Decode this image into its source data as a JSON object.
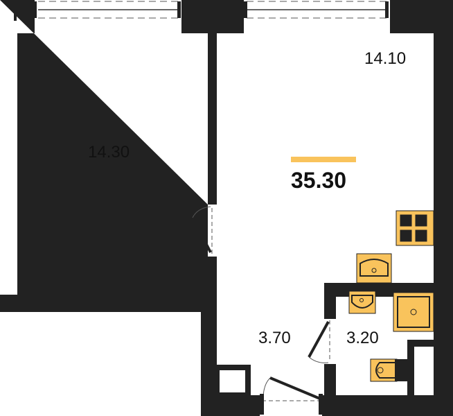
{
  "rooms": {
    "room_left": "14.30",
    "room_main": "14.10",
    "hall": "3.70",
    "bathroom": "3.20"
  },
  "total_area": "35.30",
  "colors": {
    "wall": "#222222",
    "fixture": "#f9c35c",
    "accent": "#f9c35c"
  }
}
